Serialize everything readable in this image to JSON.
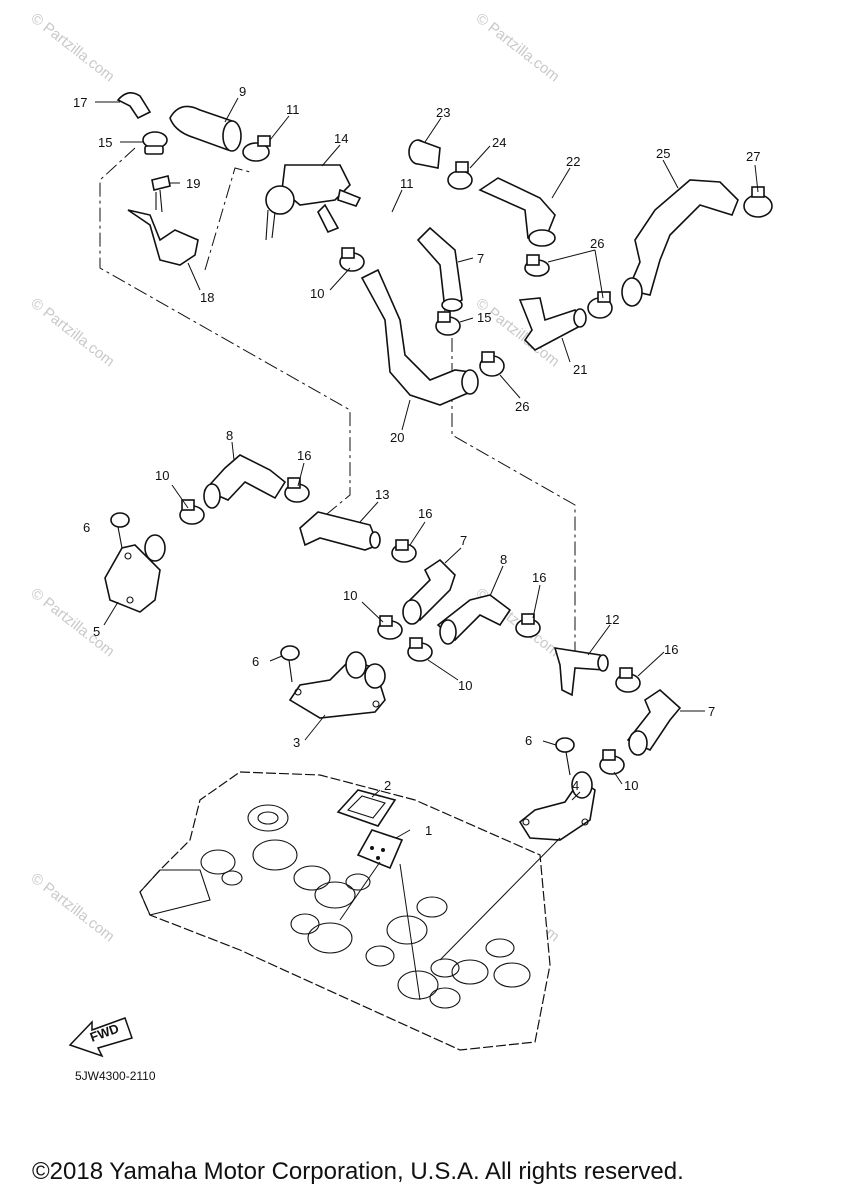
{
  "watermark": "© Partzilla.com",
  "diagram_code": "5JW4300-2110",
  "copyright": "©2018 Yamaha Motor Corporation, U.S.A. All rights reserved.",
  "fwd_arrow_text": "FWD",
  "callouts": {
    "c1": "1",
    "c2": "2",
    "c3": "3",
    "c4": "4",
    "c5": "5",
    "c6a": "6",
    "c6b": "6",
    "c6c": "6",
    "c7a": "7",
    "c7b": "7",
    "c7c": "7",
    "c8a": "8",
    "c8b": "8",
    "c9": "9",
    "c10a": "10",
    "c10b": "10",
    "c10c": "10",
    "c10d": "10",
    "c10e": "10",
    "c11a": "11",
    "c11b": "11",
    "c12": "12",
    "c13": "13",
    "c14": "14",
    "c15a": "15",
    "c15b": "15",
    "c16a": "16",
    "c16b": "16",
    "c16c": "16",
    "c16d": "16",
    "c17": "17",
    "c18": "18",
    "c19": "19",
    "c20": "20",
    "c21": "21",
    "c22": "22",
    "c23": "23",
    "c24": "24",
    "c25": "25",
    "c26a": "26",
    "c26b": "26",
    "c27": "27"
  }
}
